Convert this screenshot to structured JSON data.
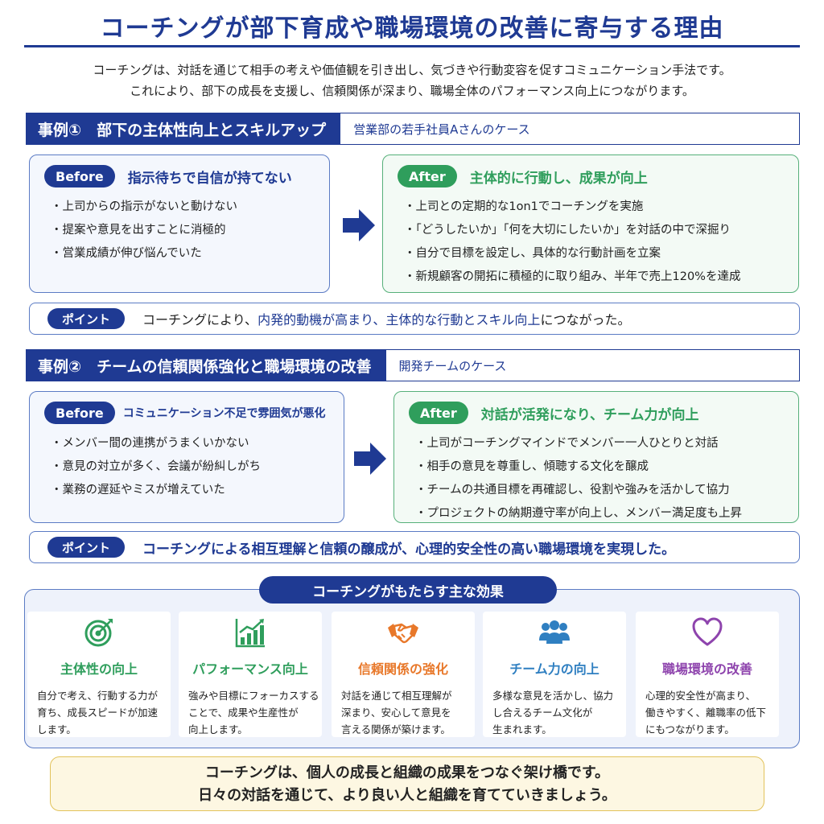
{
  "title": "コーチングが部下育成や職場環境の改善に寄与する理由",
  "intro": [
    "コーチングは、対話を通じて相手の考えや価値観を引き出し、気づきや行動変容を促すコミュニケーション手法です。",
    "これにより、部下の成長を支援し、信頼関係が深まり、職場全体のパフォーマンス向上につながります。"
  ],
  "colors": {
    "primary": "#1f3a93",
    "green": "#2f9e5c",
    "orange": "#e8782a",
    "purple": "#8e44ad",
    "sky": "#2f7fc1"
  },
  "case1": {
    "label": "事例①　部下の主体性向上とスキルアップ",
    "subtitle": "営業部の若手社員Aさんのケース",
    "before": {
      "pill": "Before",
      "heading": "指示待ちで自信が持てない",
      "items": [
        "・上司からの指示がないと動けない",
        "・提案や意見を出すことに消極的",
        "・営業成績が伸び悩んでいた"
      ]
    },
    "after": {
      "pill": "After",
      "heading": "主体的に行動し、成果が向上",
      "items": [
        "・上司との定期的な1on1でコーチングを実施",
        "・「どうしたいか」「何を大切にしたいか」を対話の中で深掘り",
        "・自分で目標を設定し、具体的な行動計画を立案",
        "・新規顧客の開拓に積極的に取り組み、半年で売上120%を達成"
      ]
    },
    "point": {
      "label": "ポイント",
      "text_a": "コーチングにより、",
      "text_b": "内発的動機が高まり、主体的な行動とスキル向上",
      "text_c": "につながった。"
    }
  },
  "case2": {
    "label": "事例②　チームの信頼関係強化と職場環境の改善",
    "subtitle": "開発チームのケース",
    "before": {
      "pill": "Before",
      "heading": "コミュニケーション不足で雰囲気が悪化",
      "items": [
        "・メンバー間の連携がうまくいかない",
        "・意見の対立が多く、会議が紛糾しがち",
        "・業務の遅延やミスが増えていた"
      ]
    },
    "after": {
      "pill": "After",
      "heading": "対話が活発になり、チーム力が向上",
      "items": [
        "・上司がコーチングマインドでメンバー一人ひとりと対話",
        "・相手の意見を尊重し、傾聴する文化を醸成",
        "・チームの共通目標を再確認し、役割や強みを活かして協力",
        "・プロジェクトの納期遵守率が向上し、メンバー満足度も上昇"
      ]
    },
    "point": {
      "label": "ポイント",
      "text": "コーチングによる相互理解と信頼の醸成が、心理的安全性の高い職場環境を実現した。"
    }
  },
  "effects": {
    "title": "コーチングがもたらす主な効果",
    "items": [
      {
        "icon": "target-icon",
        "title": "主体性の向上",
        "color": "#2f9e5c",
        "desc": [
          "自分で考え、行動する力が",
          "育ち、成長スピードが加速",
          "します。"
        ]
      },
      {
        "icon": "growth-chart-icon",
        "title": "パフォーマンス向上",
        "color": "#2f9e5c",
        "desc": [
          "強みや目標にフォーカスする",
          "ことで、成果や生産性が",
          "向上します。"
        ]
      },
      {
        "icon": "handshake-icon",
        "title": "信頼関係の強化",
        "color": "#e8782a",
        "desc": [
          "対話を通じて相互理解が",
          "深まり、安心して意見を",
          "言える関係が築けます。"
        ]
      },
      {
        "icon": "team-icon",
        "title": "チーム力の向上",
        "color": "#2f7fc1",
        "desc": [
          "多様な意見を活かし、協力",
          "し合えるチーム文化が",
          "生まれます。"
        ]
      },
      {
        "icon": "heart-icon",
        "title": "職場環境の改善",
        "color": "#8e44ad",
        "desc": [
          "心理的安全性が高まり、",
          "働きやすく、離職率の低下",
          "にもつながります。"
        ]
      }
    ]
  },
  "footer": {
    "line1": "コーチングは、個人の成長と組織の成果をつなぐ架け橋です。",
    "line2": "日々の対話を通じて、より良い人と組織を育てていきましょう。"
  }
}
